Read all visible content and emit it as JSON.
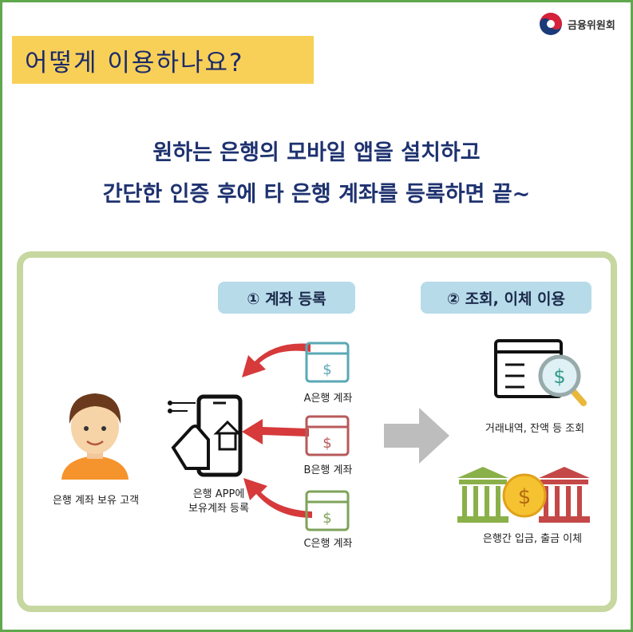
{
  "logo": {
    "text": "금융위원회"
  },
  "title": "어떻게 이용하나요?",
  "headline": {
    "line1": "원하는 은행의 모바일 앱을 설치하고",
    "line2": "간단한 인증 후에 타 은행 계좌를 등록하면 끝~"
  },
  "steps": {
    "step1": "① 계좌 등록",
    "step2": "② 조회, 이체 이용"
  },
  "customer_label": "은행 계좌 보유 고객",
  "app_label": {
    "line1": "은행 APP에",
    "line2": "보유계좌 등록"
  },
  "accounts": [
    {
      "label": "A은행 계좌",
      "color": "#5aa7b5"
    },
    {
      "label": "B은행 계좌",
      "color": "#b85a5a"
    },
    {
      "label": "C은행 계좌",
      "color": "#7ea35a"
    }
  ],
  "services": [
    {
      "label": "거래내역, 잔액 등 조회",
      "icon": "inquiry-icon"
    },
    {
      "label": "은행간 입금, 출금 이체",
      "icon": "bank-transfer-icon"
    }
  ],
  "colors": {
    "frame": "#5fa84d",
    "title_bg": "#f8cf57",
    "navy": "#1f3270",
    "pill": "#b7dbe8",
    "panel_border": "#c6d8a0",
    "arrow_red": "#d63a3a",
    "arrow_gray": "#bdbdbd"
  }
}
